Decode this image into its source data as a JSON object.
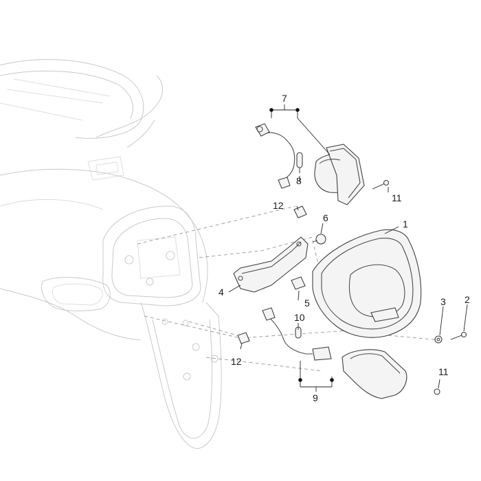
{
  "diagram": {
    "callouts": {
      "c1": "1",
      "c2": "2",
      "c3": "3",
      "c4": "4",
      "c5": "5",
      "c6": "6",
      "c7": "7",
      "c8": "8",
      "c9": "9",
      "c10": "10",
      "c11a": "11",
      "c11b": "11",
      "c12a": "12",
      "c12b": "12"
    }
  }
}
